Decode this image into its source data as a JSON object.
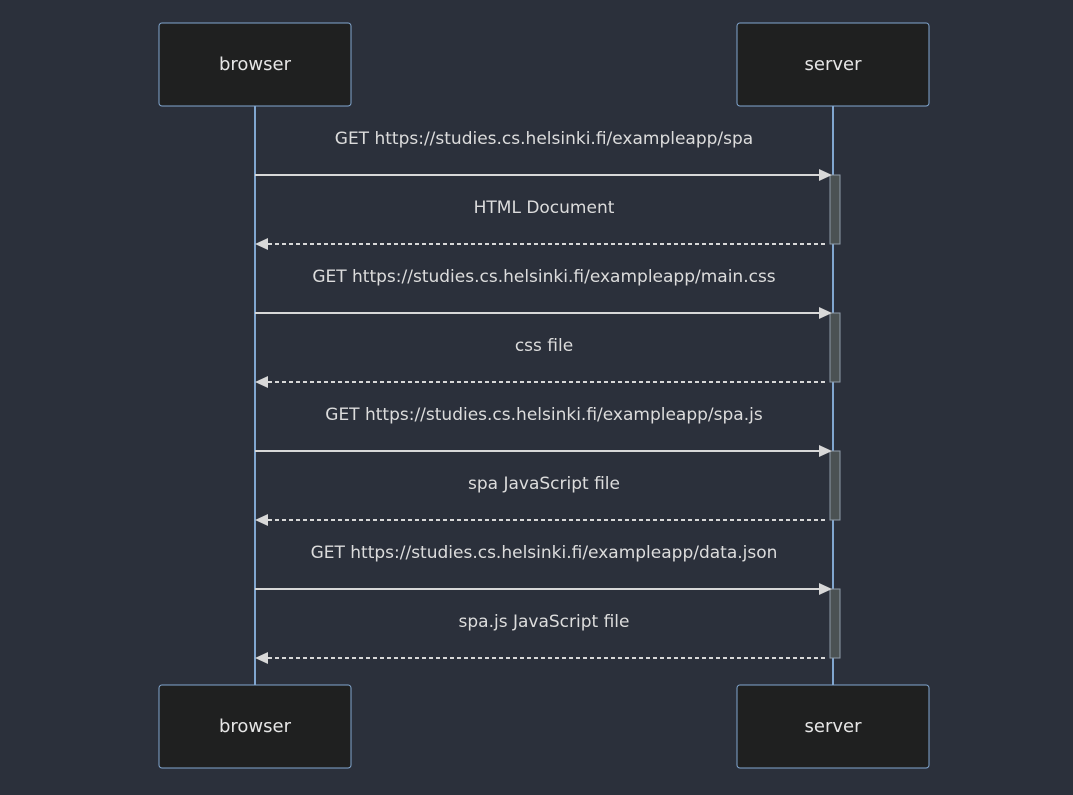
{
  "diagram": {
    "type": "sequence",
    "participants": [
      {
        "id": "browser",
        "label": "browser"
      },
      {
        "id": "server",
        "label": "server"
      }
    ],
    "messages": [
      {
        "from": "browser",
        "to": "server",
        "label": "GET https://studies.cs.helsinki.fi/exampleapp/spa",
        "style": "solid"
      },
      {
        "from": "server",
        "to": "browser",
        "label": "HTML Document",
        "style": "dashed"
      },
      {
        "from": "browser",
        "to": "server",
        "label": "GET https://studies.cs.helsinki.fi/exampleapp/main.css",
        "style": "solid"
      },
      {
        "from": "server",
        "to": "browser",
        "label": "css file",
        "style": "dashed"
      },
      {
        "from": "browser",
        "to": "server",
        "label": "GET https://studies.cs.helsinki.fi/exampleapp/spa.js",
        "style": "solid"
      },
      {
        "from": "server",
        "to": "browser",
        "label": "spa JavaScript file",
        "style": "dashed"
      },
      {
        "from": "browser",
        "to": "server",
        "label": "GET https://studies.cs.helsinki.fi/exampleapp/data.json",
        "style": "solid"
      },
      {
        "from": "server",
        "to": "browser",
        "label": "spa.js JavaScript file",
        "style": "dashed"
      }
    ]
  },
  "colors": {
    "background": "#2b303b",
    "actor_fill": "#1f2020",
    "actor_stroke": "#81a6cf",
    "lifeline": "#81a6cf",
    "message": "#d8d8d8",
    "activation": "#4b5253"
  }
}
